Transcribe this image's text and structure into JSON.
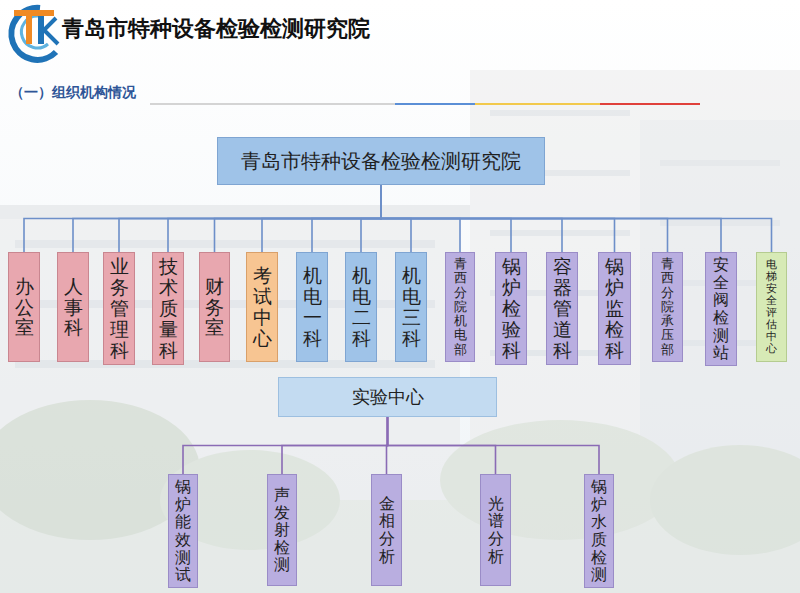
{
  "diagram": {
    "title": "青岛市特种设备检验检测研究院",
    "nodes": [
      {
        "text": [
          "青岛市特种设备检验检测研究院"
        ]
      },
      {
        "text": [
          "办公室"
        ]
      },
      {
        "text": [
          "人事科"
        ]
      },
      {
        "text": [
          "业务管理科"
        ]
      },
      {
        "text": [
          "技术质量科"
        ]
      },
      {
        "text": [
          "财务室"
        ]
      },
      {
        "text": [
          "考试中心"
        ]
      },
      {
        "text": [
          "机电一科"
        ]
      },
      {
        "text": [
          "机电二科"
        ]
      },
      {
        "text": [
          "机电三科"
        ]
      },
      {
        "text": [
          "青西分院机电部"
        ]
      },
      {
        "text": [
          "锅炉检验科"
        ]
      },
      {
        "text": [
          "容器管道科"
        ]
      },
      {
        "text": [
          "锅炉监检科"
        ]
      },
      {
        "text": [
          "青西分院承压部"
        ]
      },
      {
        "text": [
          "安全阀检测站"
        ]
      },
      {
        "text": [
          "电梯安全评估中心"
        ]
      },
      {
        "text": [
          "实验中心"
        ]
      },
      {
        "text": [
          "锅炉能效测试"
        ]
      },
      {
        "text": [
          "声发射检测"
        ]
      },
      {
        "text": [
          "金相分析"
        ]
      },
      {
        "text": [
          "光谱分析"
        ]
      },
      {
        "text": [
          "锅炉水质检测"
        ]
      }
    ],
    "edges": [
      {
        "from": 0,
        "to": 1,
        "arrow": "none"
      },
      {
        "from": 0,
        "to": 2,
        "arrow": "none"
      },
      {
        "from": 0,
        "to": 3,
        "arrow": "none"
      },
      {
        "from": 0,
        "to": 4,
        "arrow": "none"
      },
      {
        "from": 0,
        "to": 5,
        "arrow": "none"
      },
      {
        "from": 0,
        "to": 6,
        "arrow": "none"
      },
      {
        "from": 0,
        "to": 7,
        "arrow": "none"
      },
      {
        "from": 0,
        "to": 8,
        "arrow": "none"
      },
      {
        "from": 0,
        "to": 9,
        "arrow": "none"
      },
      {
        "from": 0,
        "to": 10,
        "arrow": "none"
      },
      {
        "from": 0,
        "to": 11,
        "arrow": "none"
      },
      {
        "from": 0,
        "to": 12,
        "arrow": "none"
      },
      {
        "from": 0,
        "to": 13,
        "arrow": "none"
      },
      {
        "from": 0,
        "to": 14,
        "arrow": "none"
      },
      {
        "from": 0,
        "to": 15,
        "arrow": "none"
      },
      {
        "from": 0,
        "to": 16,
        "arrow": "none"
      },
      {
        "from": 17,
        "to": 18,
        "arrow": "none"
      },
      {
        "from": 17,
        "to": 19,
        "arrow": "none"
      },
      {
        "from": 17,
        "to": 20,
        "arrow": "none"
      },
      {
        "from": 17,
        "to": 21,
        "arrow": "none"
      },
      {
        "from": 17,
        "to": 22,
        "arrow": "none"
      }
    ],
    "labels": [
      "（一）组织机构情况"
    ]
  }
}
